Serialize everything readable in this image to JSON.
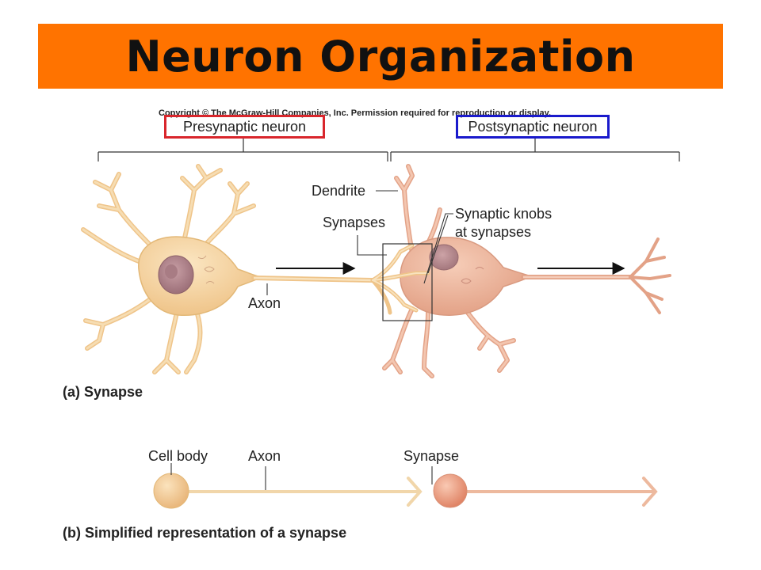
{
  "header": {
    "title": "Neuron Organization",
    "banner_color": "#FF7300"
  },
  "copyright": "Copyright © The McGraw-Hill Companies, Inc. Permission required for reproduction or display.",
  "panel_a": {
    "presynaptic_label": "Presynaptic neuron",
    "presynaptic_box_color": "#D9262C",
    "postsynaptic_label": "Postsynaptic neuron",
    "postsynaptic_box_color": "#1A1ACC",
    "labels": {
      "dendrite": "Dendrite",
      "synapses": "Synapses",
      "synaptic_knobs_line1": "Synaptic knobs",
      "synaptic_knobs_line2": "at synapses",
      "axon": "Axon"
    },
    "caption": "(a) Synapse"
  },
  "panel_b": {
    "labels": {
      "cell_body": "Cell body",
      "axon": "Axon",
      "synapse": "Synapse"
    },
    "caption": "(b) Simplified representation of a synapse"
  },
  "colors": {
    "pre_neuron_fill": "#F7D9A8",
    "pre_neuron_stroke": "#E3B877",
    "post_neuron_fill": "#F1BFA6",
    "post_neuron_stroke": "#D99A80",
    "nucleus": "#B98A8E"
  }
}
